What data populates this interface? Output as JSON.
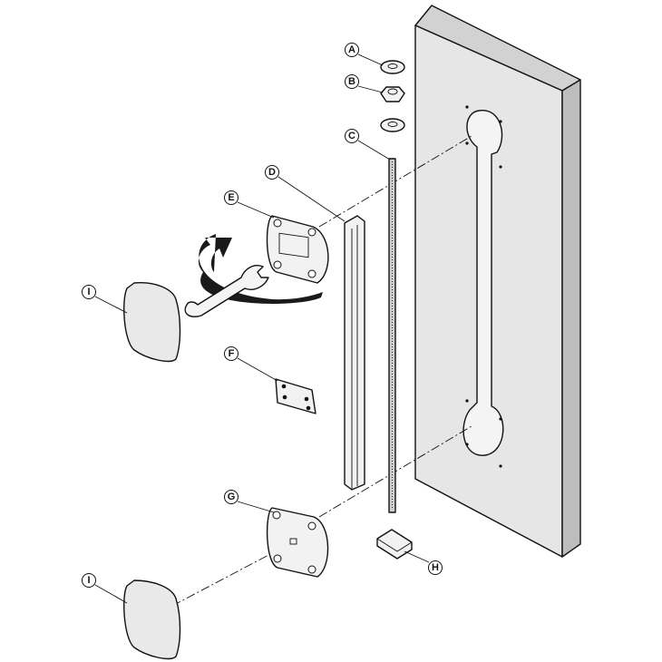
{
  "diagram": {
    "type": "exploded-assembly",
    "labels": {
      "a": "A",
      "b": "B",
      "c": "C",
      "d": "D",
      "e": "E",
      "f": "F",
      "g": "G",
      "h": "H",
      "i_top": "I",
      "i_bottom": "I"
    },
    "colors": {
      "panel_front": "#e6e6e6",
      "panel_side": "#bdbdbd",
      "panel_top": "#d2d2d2",
      "part_fill": "#f2f2f2",
      "knob_fill": "#e9e9e9",
      "arrow_fill": "#1a1a1a"
    }
  }
}
